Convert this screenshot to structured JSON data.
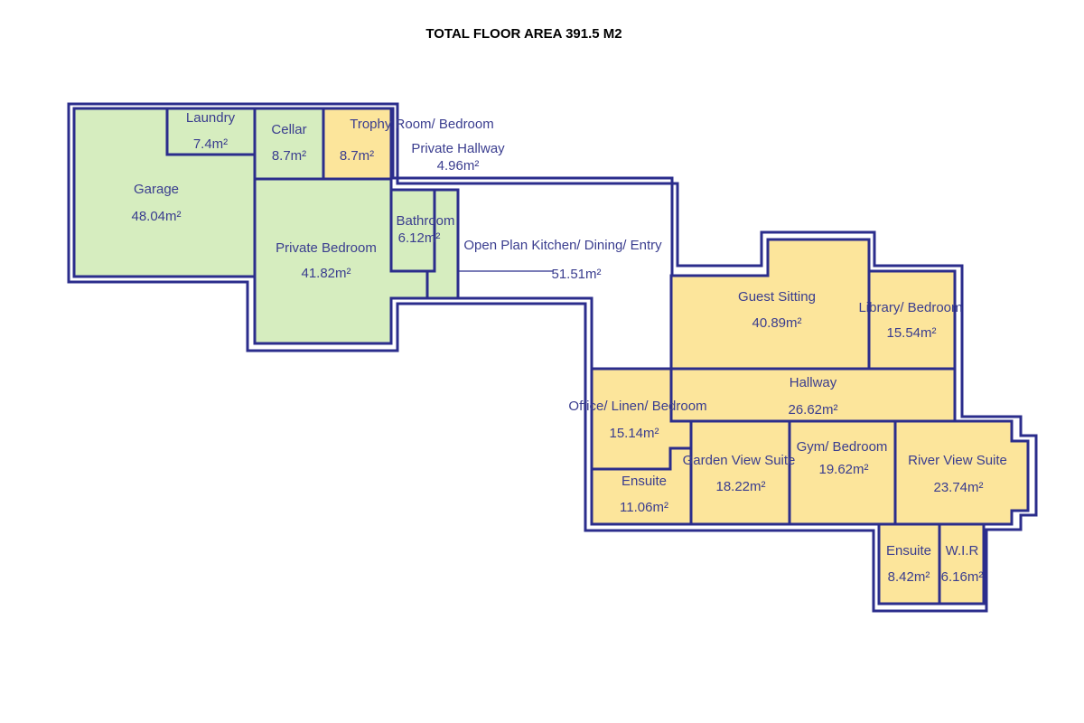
{
  "title": "TOTAL FLOOR AREA 391.5 M2",
  "colors": {
    "wall": "#2b2d8c",
    "private_wing": "#d6edbf",
    "guest_wing": "#fce59b",
    "label": "#3a3d8f"
  },
  "rooms": [
    {
      "name": "Garage",
      "area": "48.04m²"
    },
    {
      "name": "Laundry",
      "area": "7.4m²"
    },
    {
      "name": "Cellar",
      "area": "8.7m²"
    },
    {
      "name": "Trophy Room/ Bedroom",
      "area": "8.7m²"
    },
    {
      "name": "Private Hallway",
      "area": "4.96m²"
    },
    {
      "name": "Private Bedroom",
      "area": "41.82m²"
    },
    {
      "name": "Bathroom",
      "area": "6.12m²"
    },
    {
      "name": "Open Plan Kitchen/ Dining/ Entry",
      "area": "51.51m²"
    },
    {
      "name": "Guest Sitting",
      "area": "40.89m²"
    },
    {
      "name": "Library/ Bedroom",
      "area": "15.54m²"
    },
    {
      "name": "Hallway",
      "area": "26.62m²"
    },
    {
      "name": "Office/ Linen/ Bedroom",
      "area": "15.14m²"
    },
    {
      "name": "Ensuite",
      "area": "11.06m²"
    },
    {
      "name": "Garden View Suite",
      "area": "18.22m²"
    },
    {
      "name": "Gym/ Bedroom",
      "area": "19.62m²"
    },
    {
      "name": "River View Suite",
      "area": "23.74m²"
    },
    {
      "name": "Ensuite",
      "area": "8.42m²"
    },
    {
      "name": "W.I.R",
      "area": "6.16m²"
    }
  ]
}
